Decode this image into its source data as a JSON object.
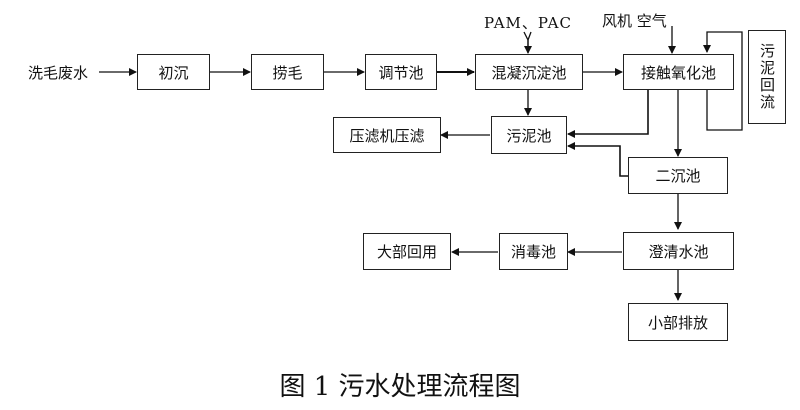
{
  "diagram": {
    "input_label": "洗毛废水",
    "inputs_top_left": "PAM、PAC",
    "inputs_top_right": "风机 空气",
    "nodes": {
      "chuchen": "初沉",
      "laomao": "捞毛",
      "tiaojiechi": "调节池",
      "hunning": "混凝沉淀池",
      "jiechu": "接触氧化池",
      "yalv": "压滤机压滤",
      "wunichi": "污泥池",
      "erchen": "二沉池",
      "chengqing": "澄清水池",
      "xiaoduchi": "消毒池",
      "dabu": "大部回用",
      "xiaobu": "小部排放"
    },
    "sludge_return": "污泥回流"
  },
  "caption": "图 1 污水处理流程图"
}
